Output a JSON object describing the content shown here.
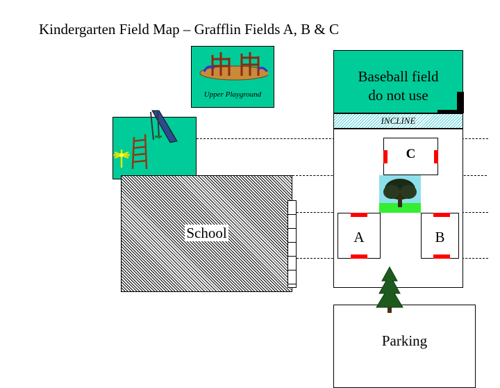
{
  "map": {
    "title": "Kindergarten Field Map – Grafflin Fields A, B & C"
  },
  "areas": {
    "upper_playground": "Upper Playground",
    "school": "School",
    "baseball_field": [
      "Baseball field",
      "do not use"
    ],
    "incline": "INCLINE",
    "field_a": "A",
    "field_b": "B",
    "field_c": "C",
    "parking": "Parking"
  },
  "colors": {
    "grass": "#00cc99",
    "goal": "#ff0000",
    "incline_hatch": "#55d2d8",
    "tree_background": "#8ce0ec"
  },
  "icons": [
    "playground-equipment-icon",
    "slide-icon",
    "ladder-icon",
    "yellow-flower-icon",
    "oak-tree-icon",
    "pine-tree-icon"
  ]
}
